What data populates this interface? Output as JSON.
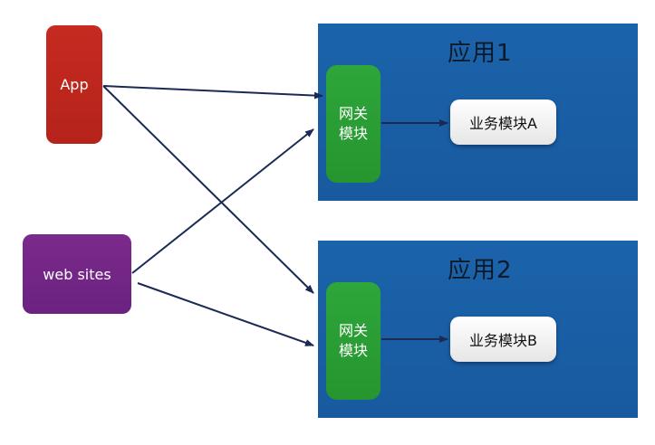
{
  "clients": {
    "app": "App",
    "web": "web sites"
  },
  "apps": [
    {
      "title": "应用1",
      "gateway_line1": "网关",
      "gateway_line2": "模块",
      "module": "业务模块A"
    },
    {
      "title": "应用2",
      "gateway_line1": "网关",
      "gateway_line2": "模块",
      "module": "业务模块B"
    }
  ],
  "colors": {
    "panel": "#1b63ab",
    "gateway": "#2ea63a",
    "client_app": "#c62a20",
    "client_web": "#7b2a8c",
    "arrow": "#1a2a55"
  }
}
